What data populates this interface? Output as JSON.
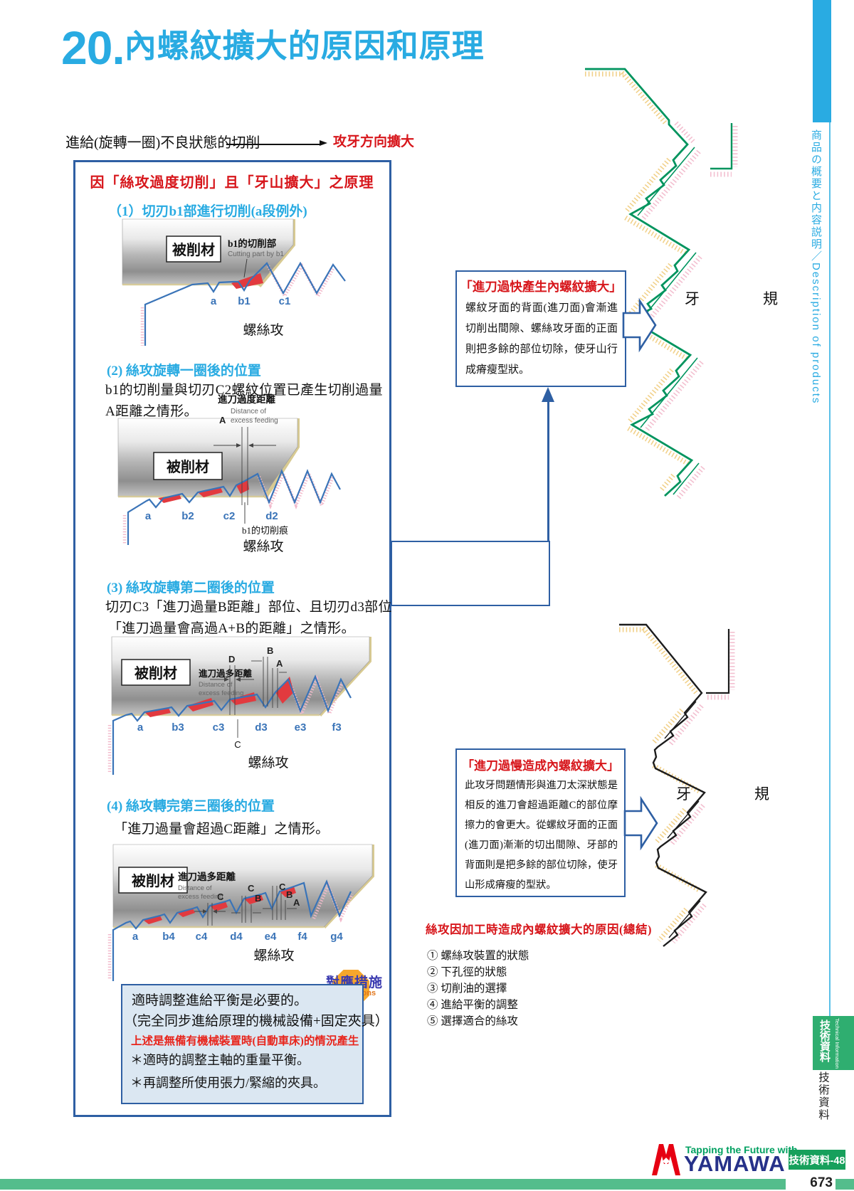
{
  "page": {
    "title_number": "20.",
    "title": "內螺紋擴大的原因和原理",
    "page_number": "673"
  },
  "lead": {
    "text": "進給(旋轉一圈)不良狀態的切削",
    "arrow_label": "攻牙方向擴大"
  },
  "principle": {
    "heading": "因「絲攻過度切削」且「牙山擴大」之原理",
    "sections": [
      {
        "heading": "（1）切刃b1部進行切削(a段例外)",
        "workpiece": "被削材",
        "note": "b1的切削部",
        "note_en": "Cutting part by b1",
        "teeth": [
          "a",
          "b1",
          "c1"
        ],
        "tap": "螺絲攻"
      },
      {
        "heading": "(2) 絲攻旋轉一圈後的位置",
        "line1": "b1的切削量與切刃C2螺紋位置已產生切削過量",
        "line2": "A距離之情形。",
        "workpiece": "被削材",
        "note": "進刀過度距離",
        "note_en1": "Distance of",
        "note_en2": "excess feeding",
        "dim_a": "A",
        "cut_mark": "b1的切削痕",
        "teeth": [
          "a",
          "b2",
          "c2",
          "d2"
        ],
        "tap": "螺絲攻"
      },
      {
        "heading": "(3) 絲攻旋轉第二圈後的位置",
        "line1": "切刃C3「進刀過量B距離」部位、且切刃d3部位",
        "line2": "「進刀過量會高過A+B的距離」之情形。",
        "workpiece": "被削材",
        "note": "進刀過多距離",
        "note_en1": "Distance of",
        "note_en2": "excess feeding",
        "dim_d": "D",
        "dim_b": "B",
        "dim_a": "A",
        "dim_c": "C",
        "teeth": [
          "a",
          "b3",
          "c3",
          "d3",
          "e3",
          "f3"
        ],
        "tap": "螺絲攻"
      },
      {
        "heading": "(4) 絲攻轉完第三圈後的位置",
        "line1": "「進刀過量會超過C距離」之情形。",
        "workpiece": "被削材",
        "note": "進刀過多距離",
        "note_en1": "Distance of",
        "note_en2": "excess feeding",
        "dims1": [
          "C"
        ],
        "dims2": [
          "C",
          "B"
        ],
        "dims3": [
          "C",
          "B",
          "A"
        ],
        "teeth": [
          "a",
          "b4",
          "c4",
          "d4",
          "e4",
          "f4",
          "g4"
        ],
        "tap": "螺絲攻"
      }
    ]
  },
  "solutions": {
    "tag": "對應措施",
    "tag_en": "Solutions",
    "line1": "適時調整進給平衡是必要的。",
    "line2": "（完全同步進給原理的機械設備+固定夾具）",
    "warning": "上述是無備有機械裝置時(自動車床)的情況產生",
    "star1": "＊適時的調整主軸的重量平衡。",
    "star2": "＊再調整所使用張力/緊縮的夾具。"
  },
  "callout_fast": {
    "title": "「進刀過快產生內螺紋擴大」",
    "body": "螺紋牙面的背面(進刀面)會漸進切削出間隙、螺絲攻牙面的正面則把多餘的部位切除，使牙山行成瘠瘦型狀。"
  },
  "callout_slow": {
    "title": "「進刀過慢造成內螺紋擴大」",
    "body": "此攻牙問題情形與進刀太深狀態是相反的進刀會超過距離C的部位摩擦力的會更大。從螺紋牙面的正面(進刀面)漸漸的切出間隙、牙部的背面則是把多餘的部位切除，使牙山形成瘠瘦的型狀。"
  },
  "gauge": {
    "label_top": "牙　規",
    "label_bottom": "牙　規"
  },
  "summary": {
    "heading": "絲攻因加工時造成內螺紋擴大的原因(總結)",
    "items": [
      "① 螺絲攻裝置的狀態",
      "② 下孔徑的狀態",
      "③ 切削油的選擇",
      "④ 進給平衡的調整",
      "⑤ 選擇適合的絲攻"
    ]
  },
  "sidebar": {
    "tab": "商品の概要と内容説明／Description of products",
    "tech_zh": "技術資料",
    "tech_en": "Technical Information",
    "tech_label": "技術資料"
  },
  "footer": {
    "tagline": "Tapping the Future with",
    "brand": "YAMAWA",
    "badge": "技術資料-48"
  },
  "colors": {
    "accent": "#29abe2",
    "red": "#d7161b",
    "box_blue": "#2e5fa3",
    "gauge_green": "#00945e",
    "footer_green": "#54bd8c"
  }
}
